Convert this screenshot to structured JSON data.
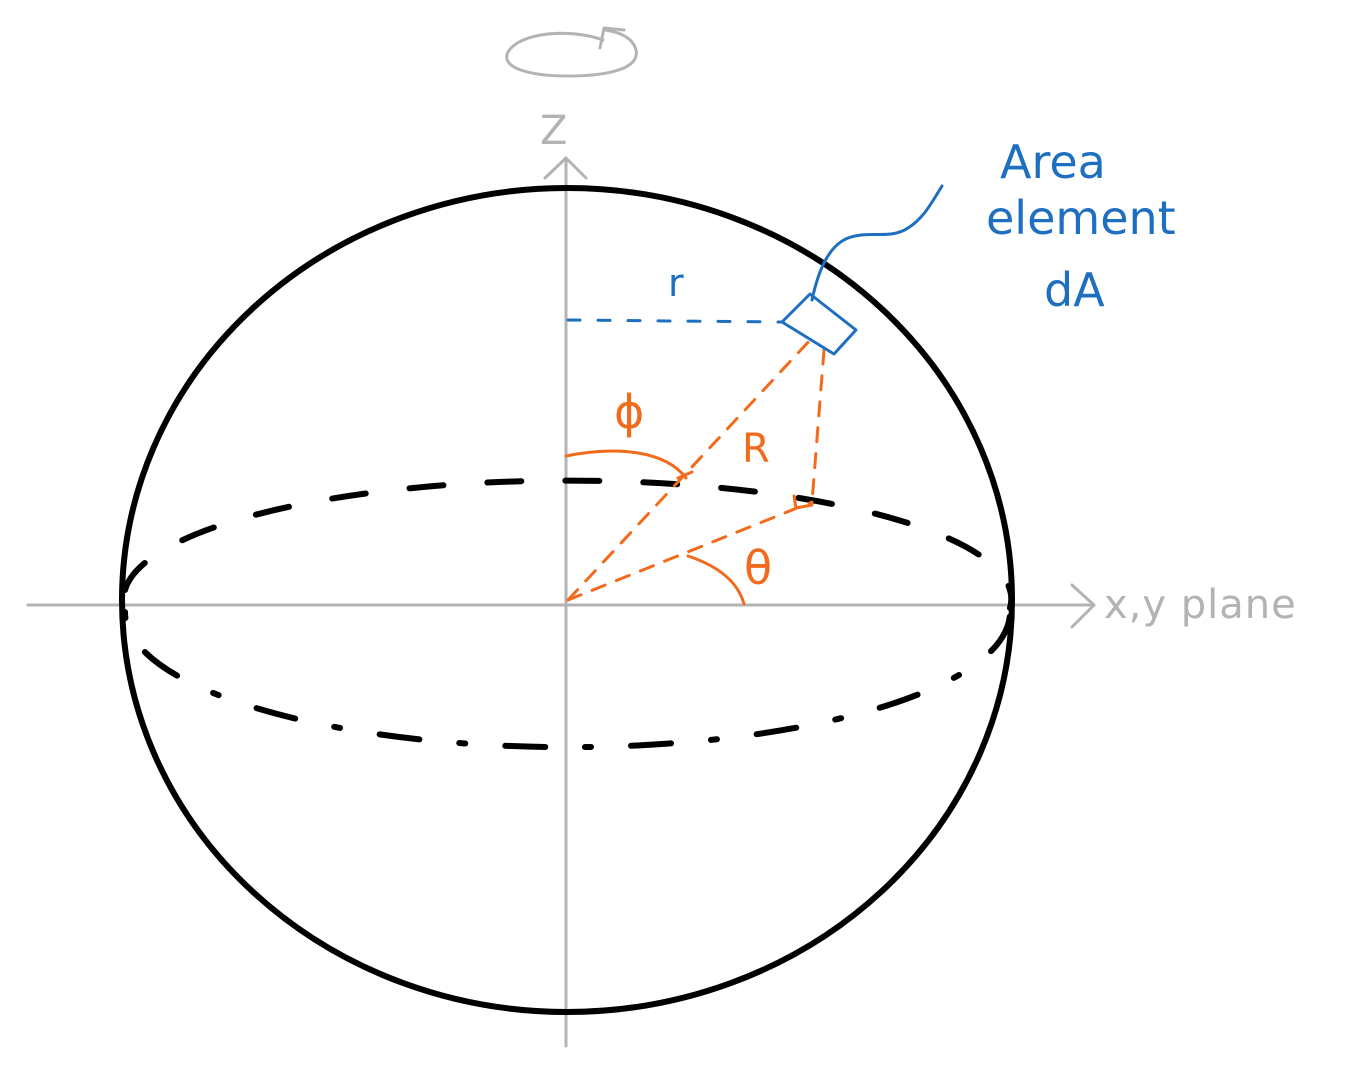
{
  "labels": {
    "z_axis": "Z",
    "plane": "x,y plane",
    "phi": "ϕ",
    "theta": "θ",
    "R": "R",
    "r": "r",
    "area_line1": "Area",
    "area_line2": "element",
    "area_line3": "dA"
  },
  "colors": {
    "axis": "#b3b3b3",
    "sphere": "#000000",
    "construction": "#f26b1d",
    "area_element": "#1f6fc0"
  }
}
